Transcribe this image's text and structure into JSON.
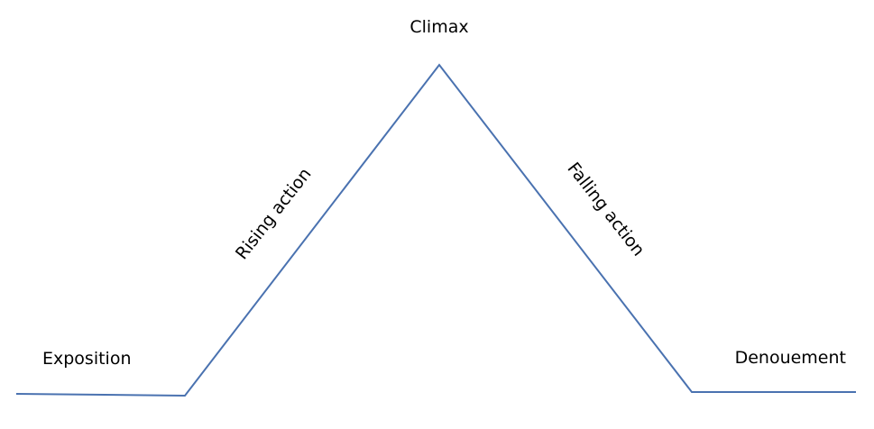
{
  "diagram": {
    "line_color": "#4a72b0",
    "labels": {
      "exposition": "Exposition",
      "rising_action": "Rising action",
      "climax": "Climax",
      "falling_action": "Falling action",
      "denouement": "Denouement"
    }
  }
}
